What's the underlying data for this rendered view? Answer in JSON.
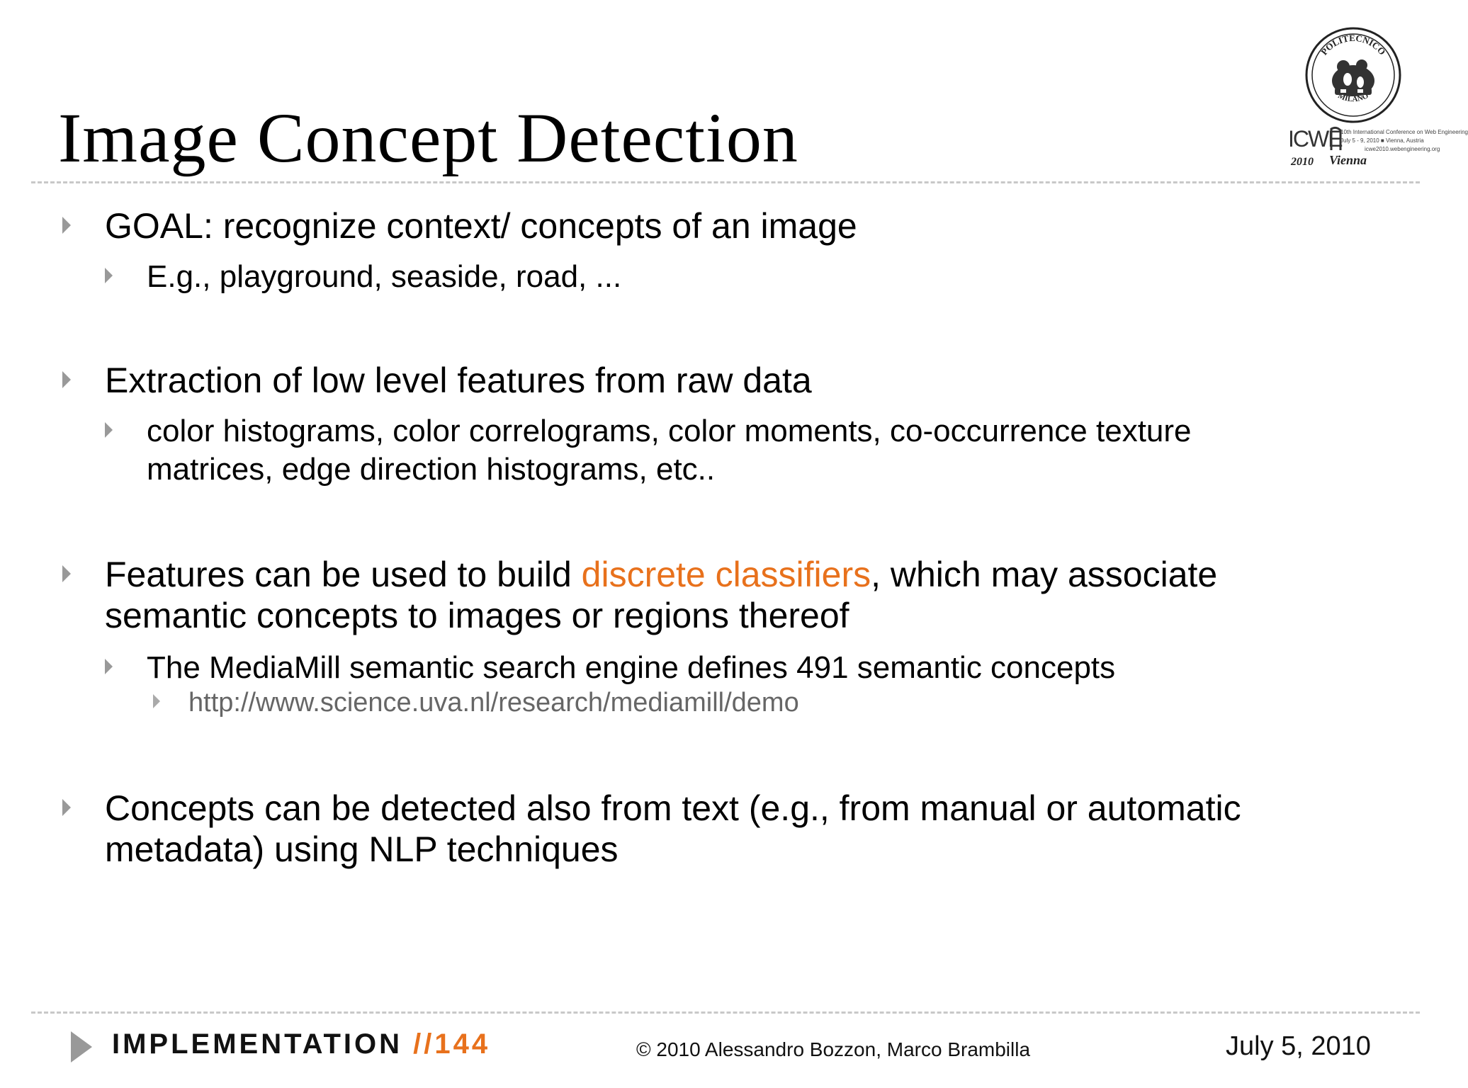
{
  "slide": {
    "title": "Image Concept Detection",
    "bullets": [
      {
        "text": "GOAL: recognize context/ concepts of an image",
        "sub": [
          "E.g., playground, seaside, road, ..."
        ]
      },
      {
        "text": "Extraction of low level features from raw data",
        "sub": [
          "color histograms, color correlograms, color moments,  co-occurrence texture matrices, edge direction histograms, etc.."
        ]
      },
      {
        "text_before": "Features can be used to build ",
        "text_highlight": "discrete classifiers",
        "text_after": ", which may associate semantic concepts to images or regions thereof",
        "sub": [
          "The MediaMill semantic search engine defines 491 semantic concepts"
        ],
        "subsub": [
          "http://www.science.uva.nl/research/mediamill/demo"
        ]
      },
      {
        "text": "Concepts can be detected also from text (e.g., from manual or automatic metadata) using NLP techniques"
      }
    ]
  },
  "logos": {
    "seal_top": "POLITECNICO",
    "seal_bottom": "MILANO",
    "icwe_main": "ICWE",
    "icwe_line1": "10th International Conference on Web Engineering",
    "icwe_line2": "July 5 - 9, 2010 ■ Vienna, Austria",
    "icwe_line3": "icwe2010.webengineering.org",
    "icwe_year": "2010",
    "icwe_city": "Vienna"
  },
  "footer": {
    "section": "IMPLEMENTATION //",
    "page": "144",
    "copyright": "© 2010 Alessandro Bozzon, Marco Brambilla",
    "date": "July 5, 2010"
  },
  "colors": {
    "accent": "#e8711c",
    "bullet": "#999999",
    "rule": "#c8c8c8",
    "link": "#666666"
  }
}
